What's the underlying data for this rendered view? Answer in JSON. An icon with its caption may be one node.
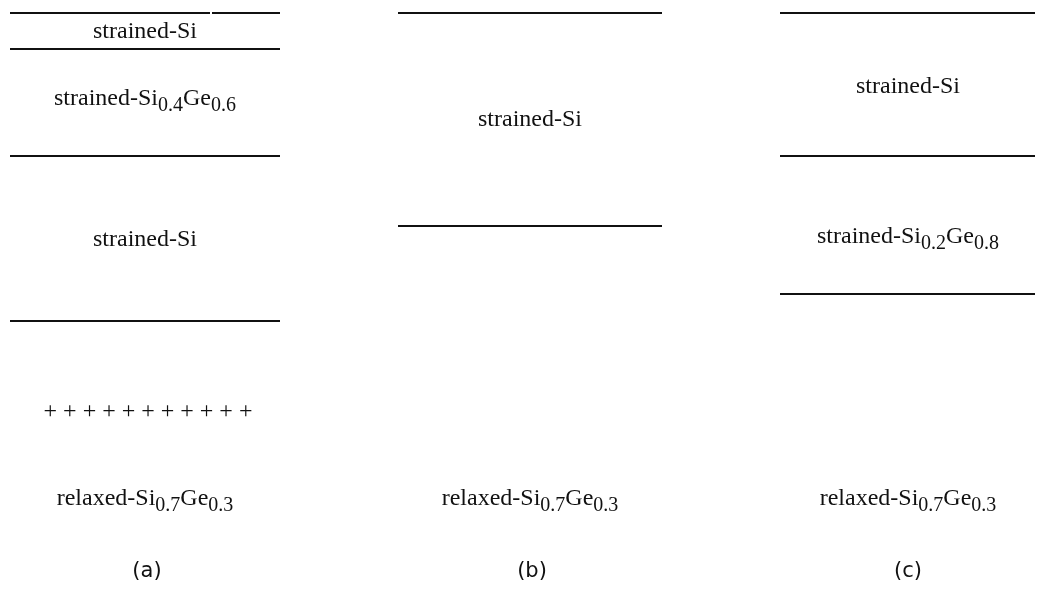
{
  "diagram": {
    "nodes": [
      {
        "text": [
          "strained-Si"
        ]
      },
      {
        "text": [
          "strained-Si$_{0.4}$Ge$_{0.6}$"
        ]
      },
      {
        "text": [
          "strained-Si"
        ]
      },
      {
        "text": [
          "relaxed-Si$_{0.7}$Ge$_{0.3}$"
        ]
      },
      {
        "text": [
          "strained-Si"
        ]
      },
      {
        "text": [
          "relaxed-Si$_{0.7}$Ge$_{0.3}$"
        ]
      },
      {
        "text": [
          "strained-Si"
        ]
      },
      {
        "text": [
          "strained-Si$_{0.2}$Ge$_{0.8}$"
        ]
      },
      {
        "text": [
          "relaxed-Si$_{0.7}$Ge$_{0.3}$"
        ]
      }
    ],
    "edges": [],
    "labels": [
      "+ + + + + + + + + + +",
      "(a)",
      "(b)",
      "(c)"
    ]
  }
}
